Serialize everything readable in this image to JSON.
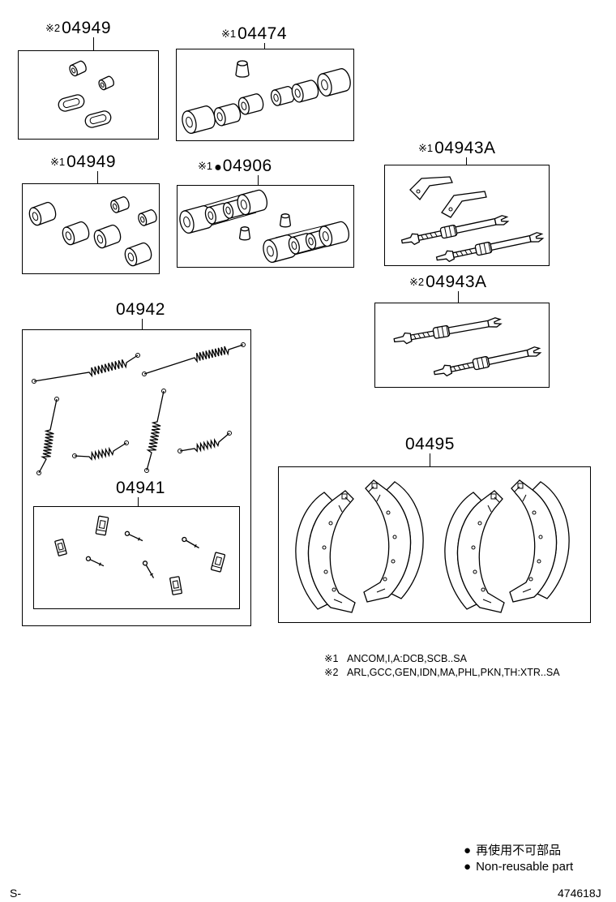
{
  "callouts": [
    {
      "note": "※2",
      "number": "04949"
    },
    {
      "note": "※1",
      "number": "04474"
    },
    {
      "note": "※1",
      "number": "04949"
    },
    {
      "note": "※1",
      "mark": "●",
      "number": "04906"
    },
    {
      "note": "※1",
      "number": "04943A"
    },
    {
      "note": "※2",
      "number": "04943A"
    },
    {
      "number": "04942"
    },
    {
      "number": "04941"
    },
    {
      "number": "04495"
    }
  ],
  "footnotes": [
    {
      "mark": "※1",
      "text": "ANCOM,I,A:DCB,SCB..SA"
    },
    {
      "mark": "※2",
      "text": "ARL,GCC,GEN,IDN,MA,PHL,PKN,TH:XTR..SA"
    }
  ],
  "legend": {
    "mark": "●",
    "text_ja": "再使用不可部品",
    "text_en": "Non-reusable part"
  },
  "footer": {
    "left": "S-",
    "right": "474618J"
  },
  "colors": {
    "line": "#000000",
    "background": "#ffffff"
  }
}
